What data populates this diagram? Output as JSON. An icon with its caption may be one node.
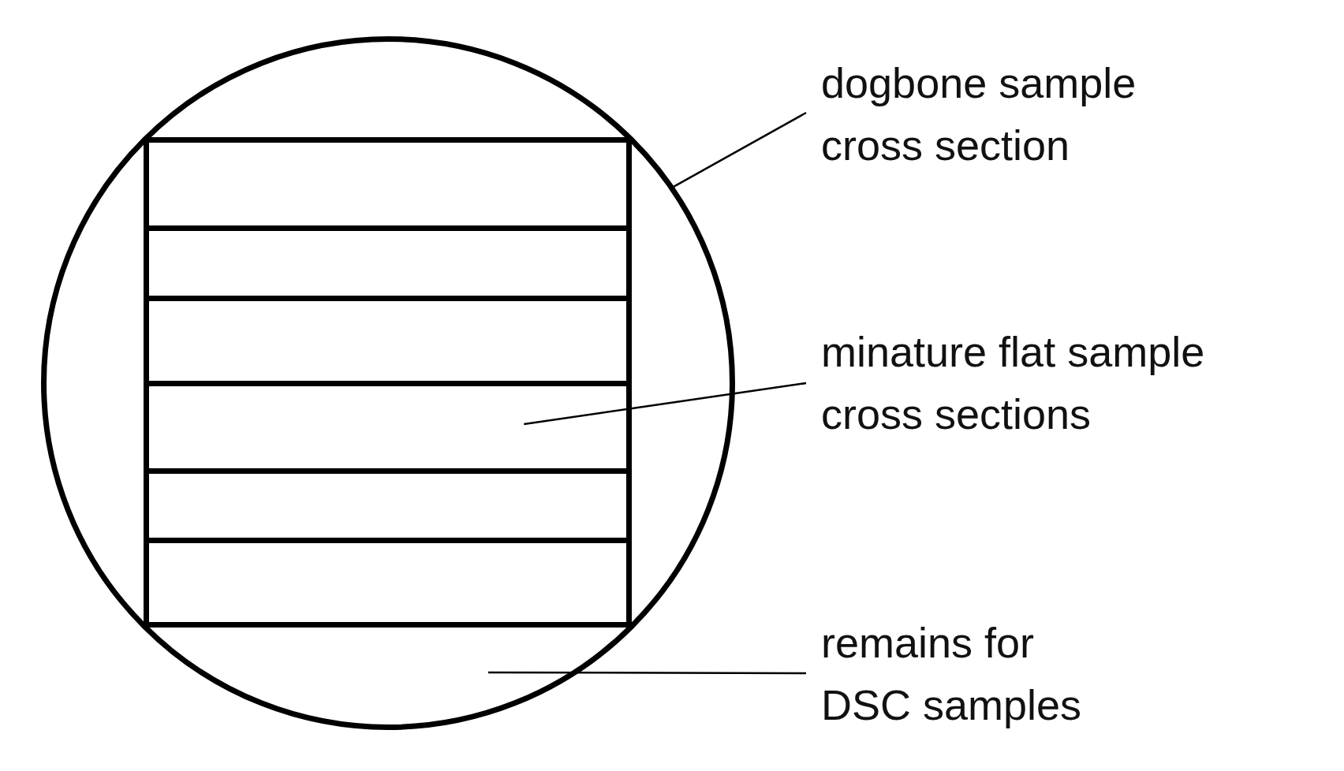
{
  "diagram": {
    "nodes": [
      {
        "text": [],
        "shape": "circle"
      },
      {
        "text": [],
        "shape": "box",
        "in": 0
      },
      {
        "text": [],
        "shape": "box",
        "in": 0
      },
      {
        "text": [],
        "shape": "box",
        "in": 0
      },
      {
        "text": [],
        "shape": "box",
        "in": 0
      },
      {
        "text": [],
        "shape": "box",
        "in": 0
      },
      {
        "text": [],
        "shape": "box",
        "in": 0
      },
      {
        "text": [
          "dogbone sample cross section"
        ]
      },
      {
        "text": [
          "minature flat sample cross sections"
        ]
      },
      {
        "text": [
          "remains for DSC samples"
        ]
      }
    ],
    "edges": [
      {
        "from": 7,
        "to": 0,
        "arrow": "none"
      },
      {
        "from": 8,
        "to": 4,
        "arrow": "none"
      },
      {
        "from": 9,
        "to": null,
        "arrow": "none"
      }
    ]
  }
}
